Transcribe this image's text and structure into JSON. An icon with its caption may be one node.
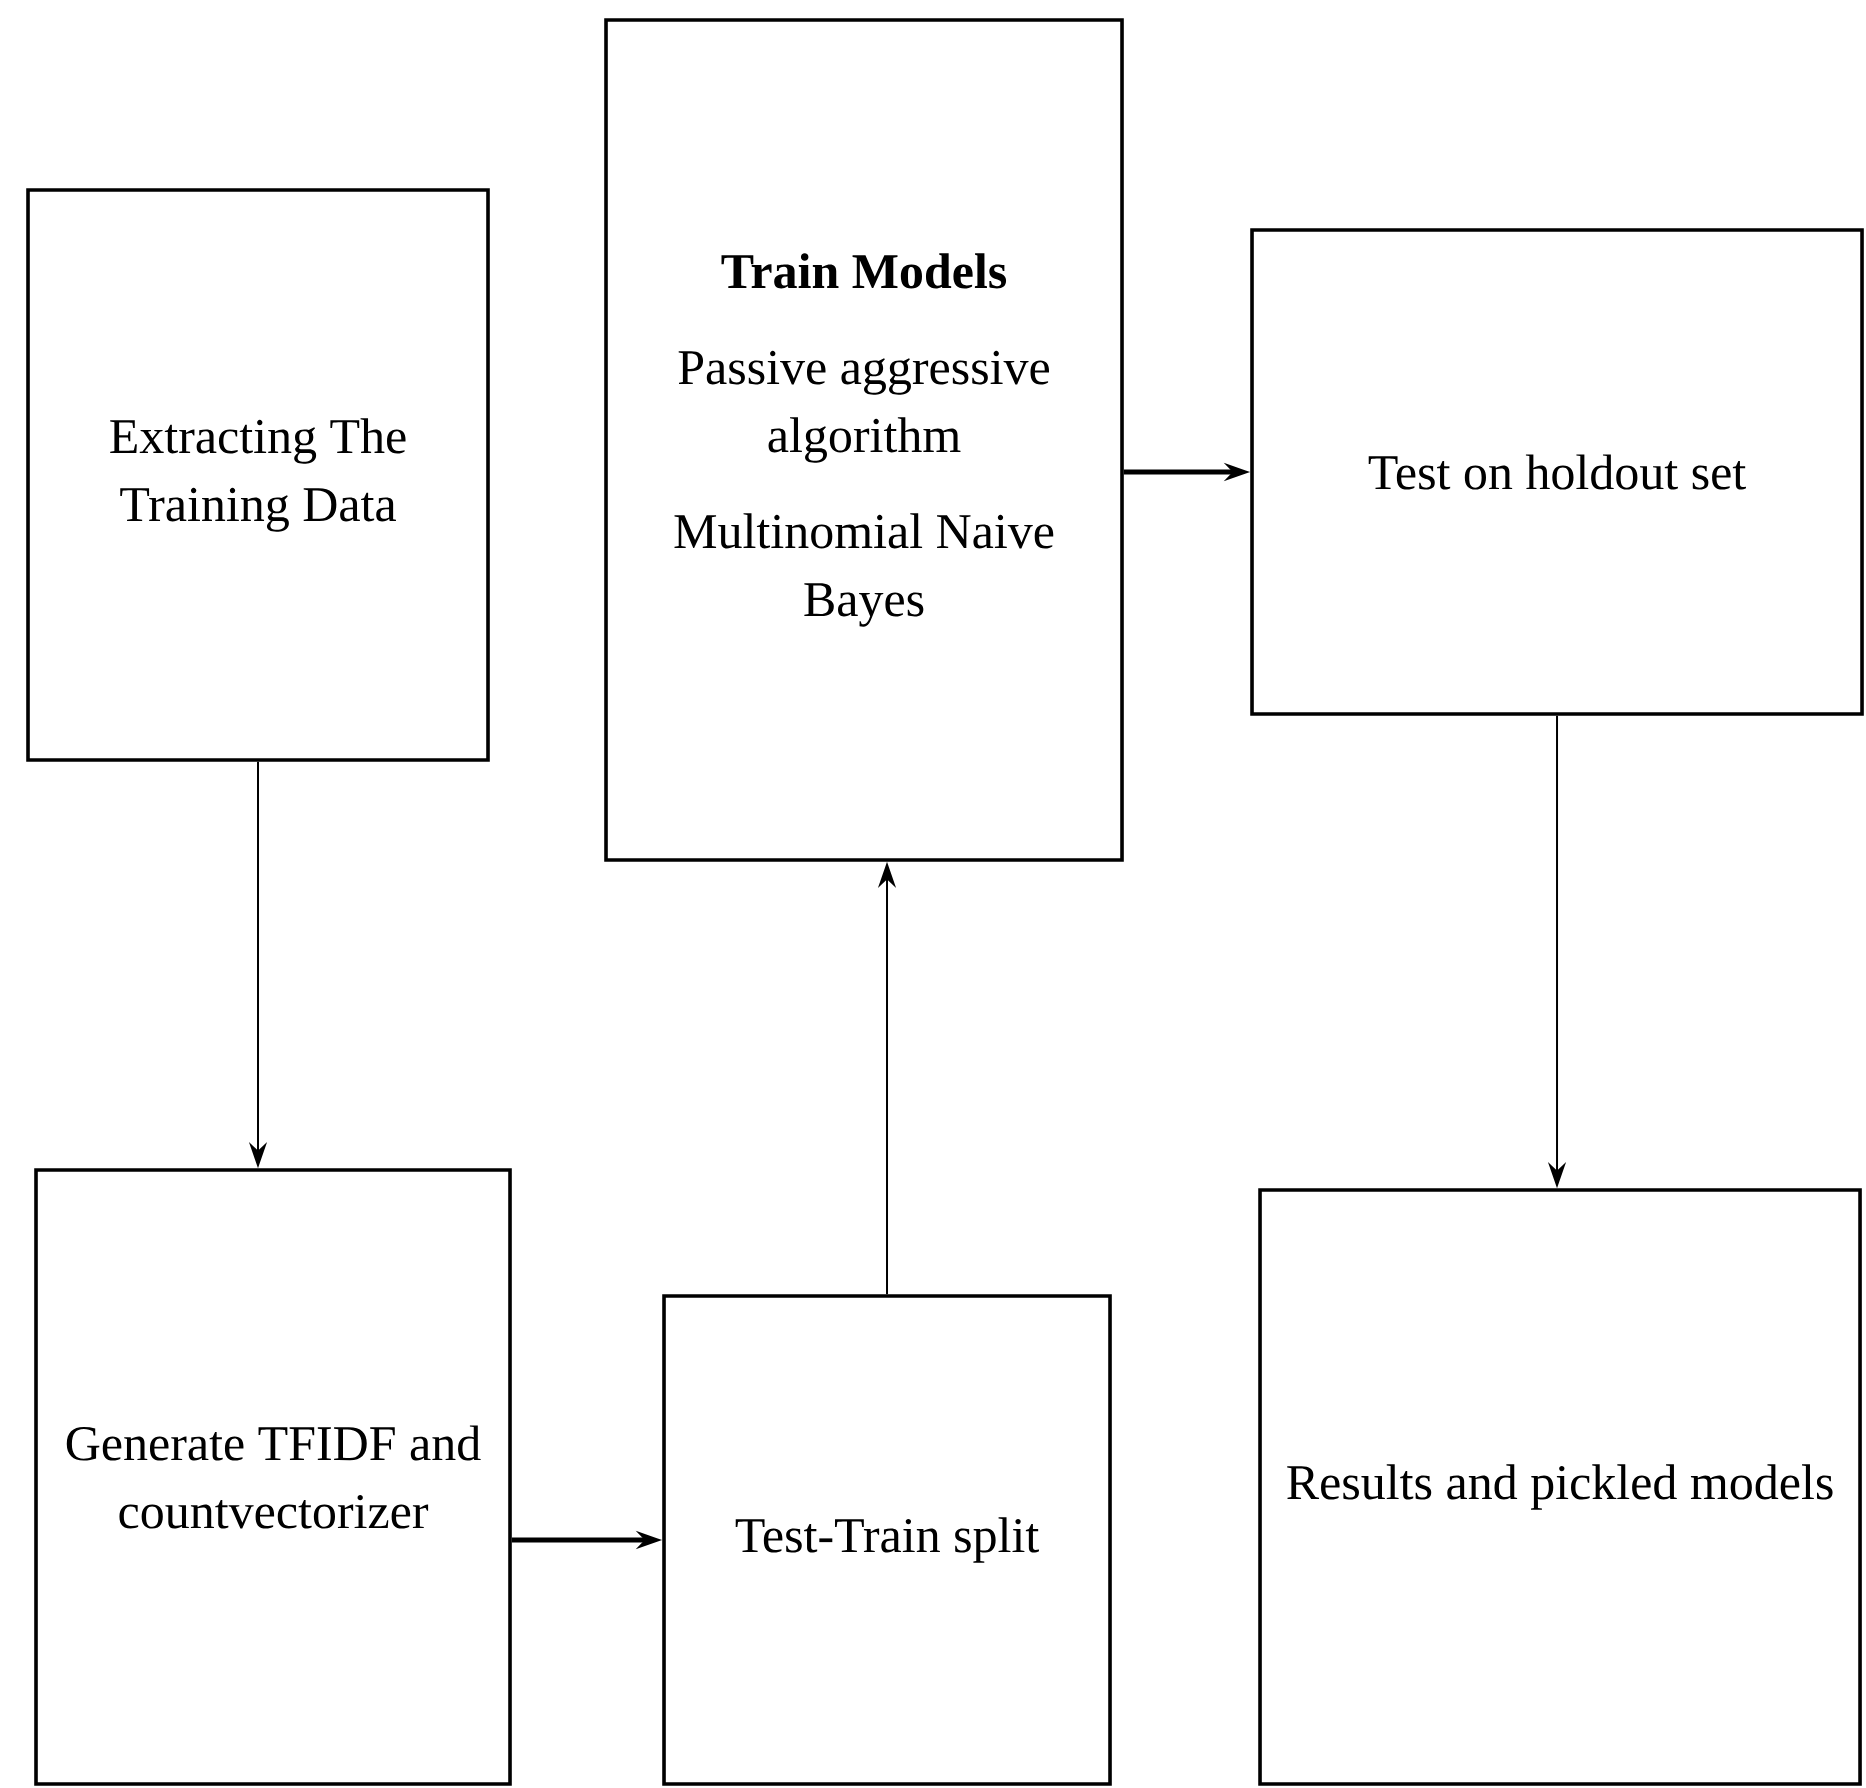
{
  "diagram": {
    "nodes": [
      {
        "text": [
          "Extracting The Training Data"
        ]
      },
      {
        "text": [
          "Train Models",
          "Passive aggressive algorithm",
          "Multinomial Naive Bayes"
        ]
      },
      {
        "text": [
          "Test on holdout set"
        ]
      },
      {
        "text": [
          "Generate TFIDF and countvectorizer"
        ]
      },
      {
        "text": [
          "Test-Train split"
        ]
      },
      {
        "text": [
          "Results and pickled models"
        ]
      }
    ],
    "edges": [
      {
        "from": 0,
        "to": 3,
        "arrow": "to"
      },
      {
        "from": 3,
        "to": 4,
        "arrow": "to",
        "style": "thick"
      },
      {
        "from": 4,
        "to": 1,
        "arrow": "to"
      },
      {
        "from": 1,
        "to": 2,
        "arrow": "to",
        "style": "thick"
      },
      {
        "from": 2,
        "to": 5,
        "arrow": "to"
      }
    ]
  }
}
